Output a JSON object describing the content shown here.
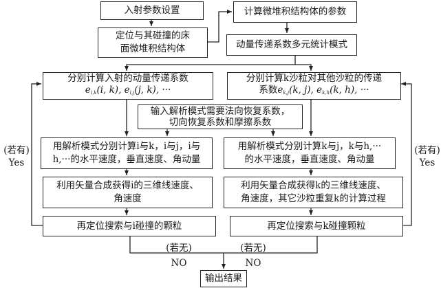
{
  "nodes": {
    "incident_params": "入射参数设置",
    "locate_bed": [
      "定位与其碰撞的床",
      "面微堆积结构体"
    ],
    "calc_structure_params": "计算微堆积结构体的参数",
    "multivariate_model": "动量传递系数多元统计模式",
    "calc_incident_coeff": {
      "line1": "分别计算入射的动量传递系数",
      "line2_parts": [
        "e",
        "i,k",
        "(i, k), ",
        "e",
        "i,j",
        "(j, k), ···"
      ]
    },
    "calc_k_coeff": {
      "line1": "分别计算k沙粒对其他沙粒的传递",
      "line2_prefix": "系数",
      "line2_parts": [
        "e",
        "k,j",
        "(k, j), ",
        "e",
        "k,h",
        "(k, h), ···"
      ]
    },
    "input_coeffs": [
      "输入解析模式需要法向恢复系数，",
      "切向恢复系数和摩擦系数"
    ],
    "analytic_i": [
      "用解析模式分别计算i与k，i与j，i与",
      "h,···的水平速度，垂直速度、角动量"
    ],
    "analytic_k": [
      "用解析模式分别计算k与j，k与h,···",
      "的水平速度，垂直速度、角动量"
    ],
    "vector_i": [
      "利用矢量合成获得i的三维线速度、",
      "角速度"
    ],
    "vector_k": [
      "利用矢量合成获得k的三维线速度、",
      "角速度，其它沙粒重复k的计算过程"
    ],
    "relocate_i": "再定位搜索与i碰撞的颗粒",
    "relocate_k": "再定位搜索与k碰撞颗粒",
    "output": "输出结果"
  },
  "labels": {
    "left_yes_cn": "(若有)",
    "left_yes_en": "Yes",
    "right_yes_cn": "(若有)",
    "right_yes_en": "Yes",
    "left_no_cn": "(若无)",
    "left_no_en": "NO",
    "right_no_cn": "(若无)",
    "right_no_en": "NO"
  }
}
